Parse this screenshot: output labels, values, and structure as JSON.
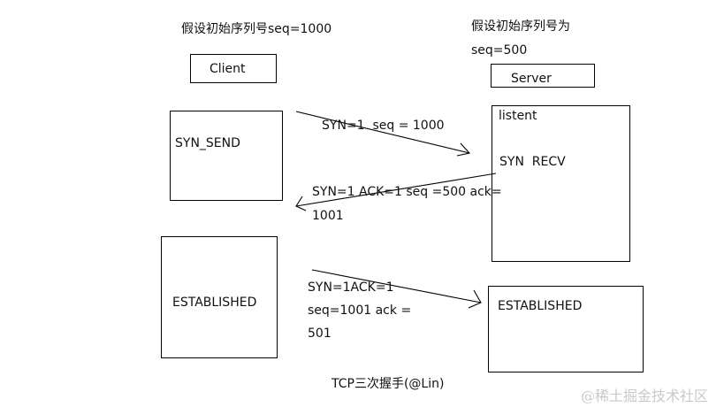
{
  "client": {
    "assumption": "假设初始序列号seq=1000",
    "label": "Client",
    "states": [
      "SYN_SEND",
      "ESTABLISHED"
    ]
  },
  "server": {
    "assumption_line1": "假设初始序列号为",
    "assumption_line2": "seq=500",
    "label": "Server",
    "states": [
      "listent",
      "SYN  RECV",
      "ESTABLISHED"
    ]
  },
  "messages": [
    {
      "direction": "client-to-server",
      "lines": [
        "SYN=1  seq = 1000"
      ]
    },
    {
      "direction": "server-to-client",
      "lines": [
        "SYN=1 ACK=1 seq =500 ack=",
        "1001"
      ]
    },
    {
      "direction": "client-to-server",
      "lines": [
        "SYN=1ACK=1",
        "seq=1001 ack =",
        "501"
      ]
    }
  ],
  "caption": "TCP三次握手(@Lin)",
  "watermark": "@稀土掘金技术社区"
}
